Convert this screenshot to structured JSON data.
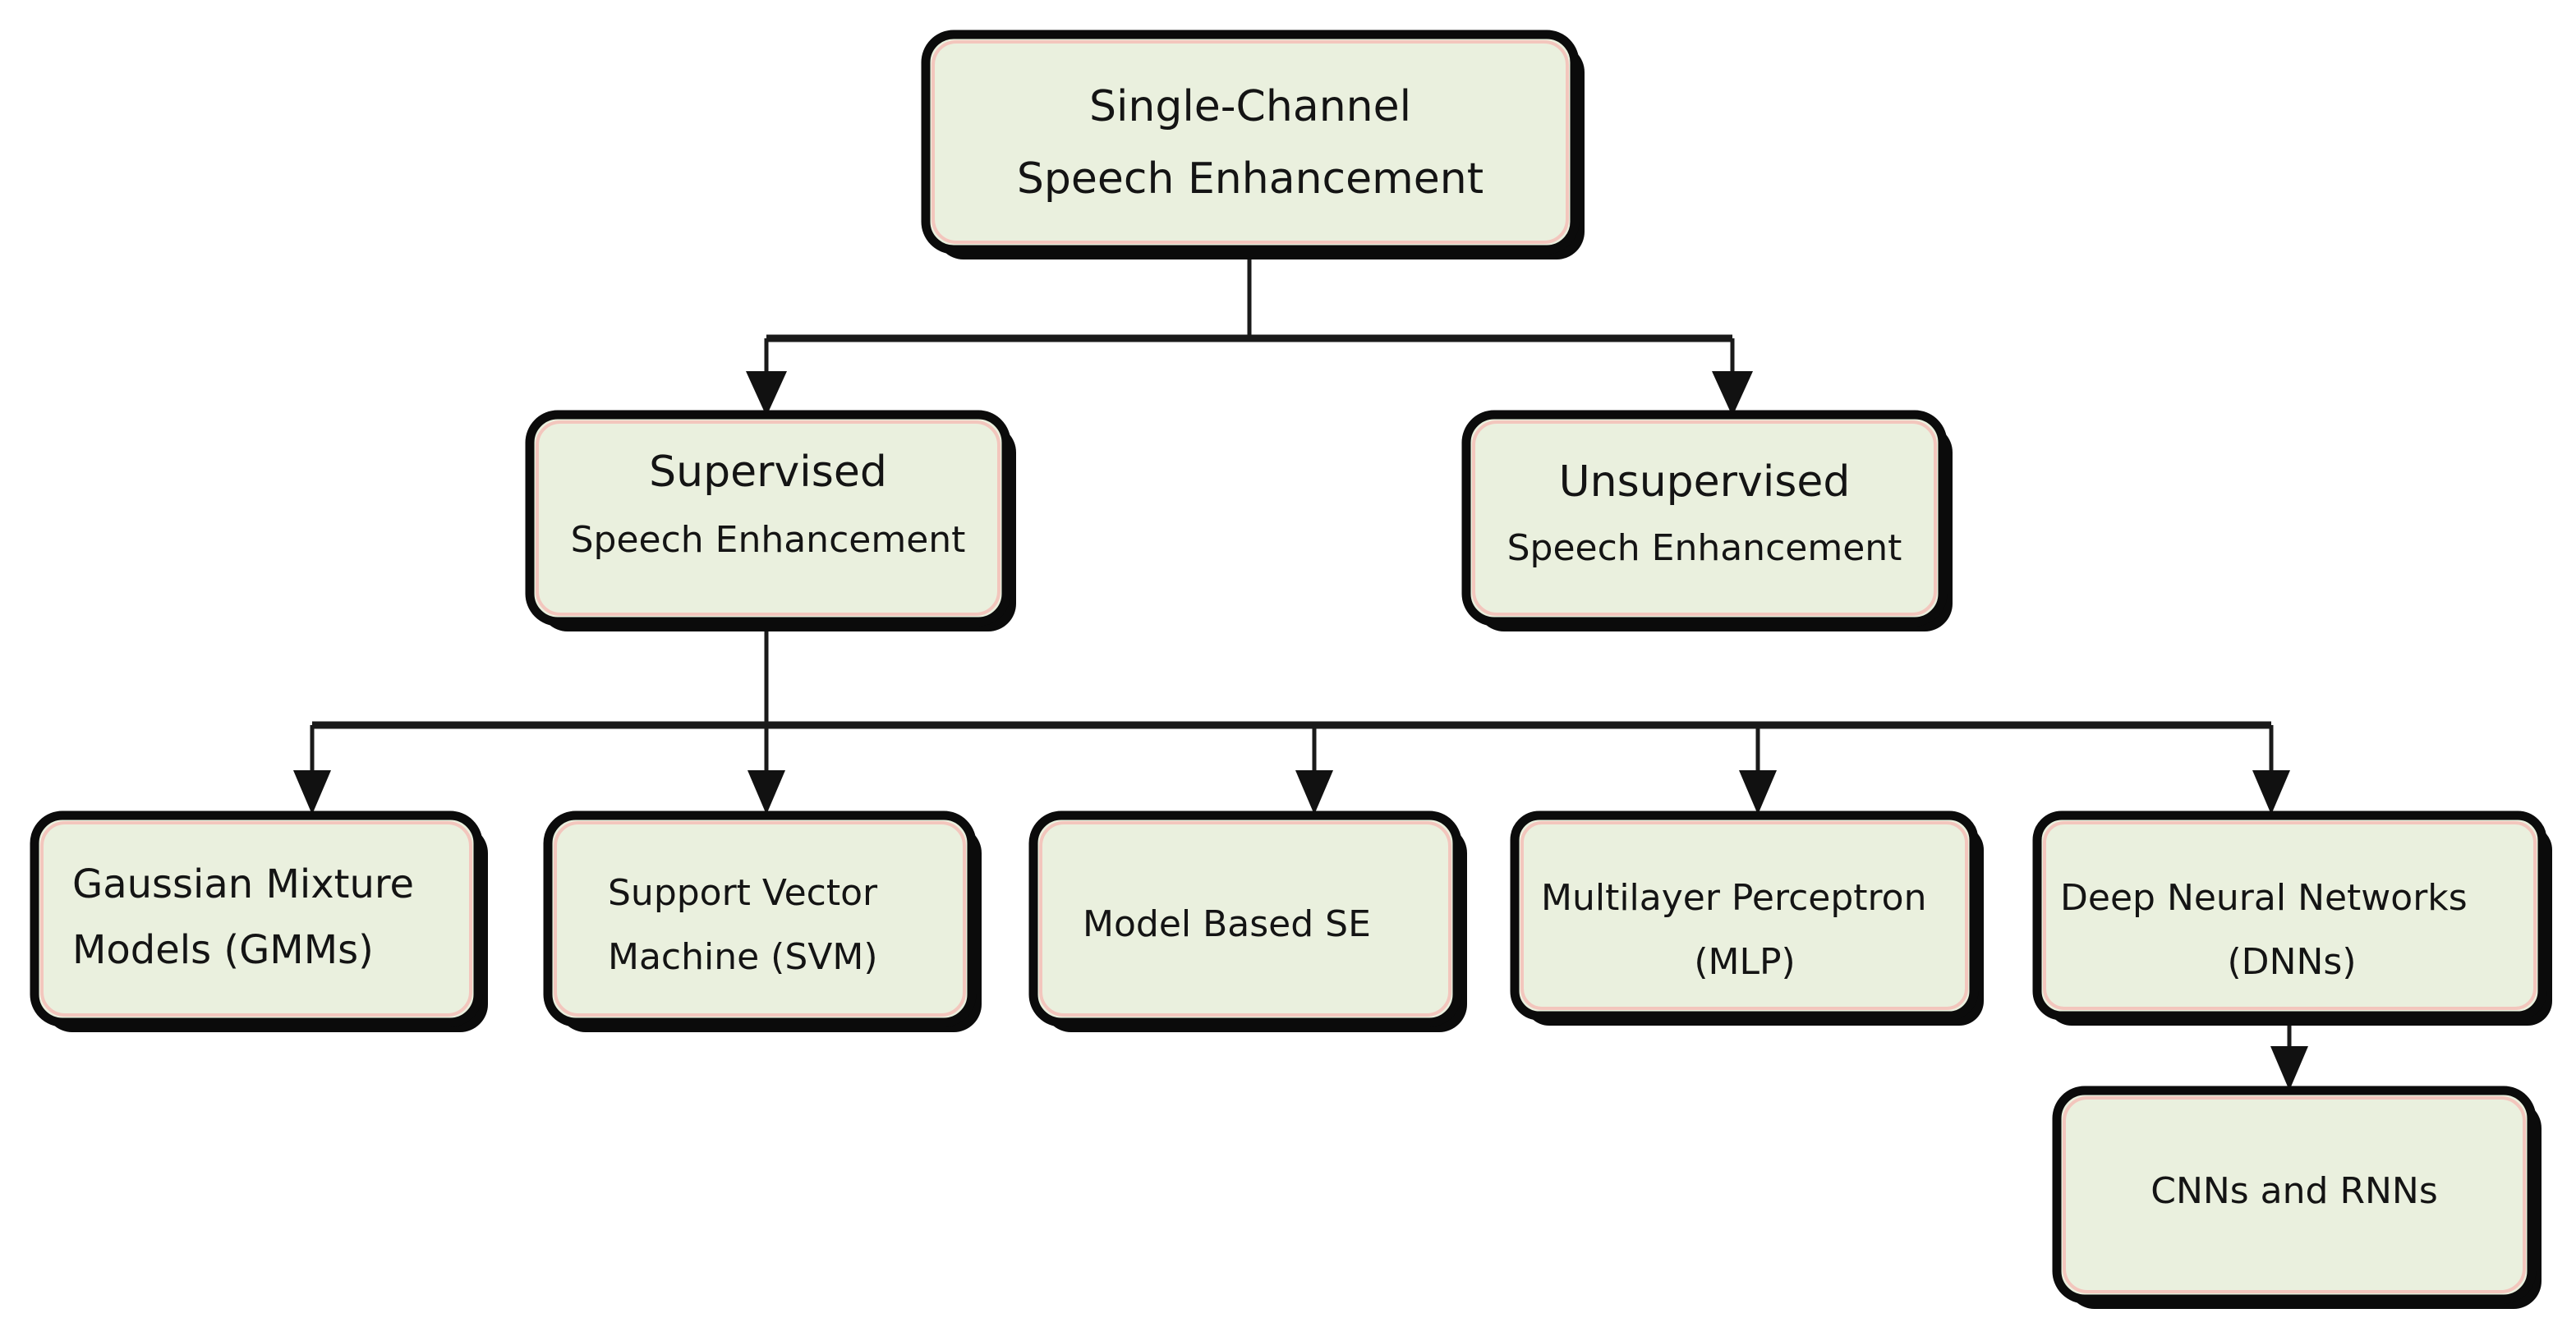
{
  "diagram": {
    "title": "Single-Channel Speech Enhancement taxonomy",
    "type": "tree-flowchart",
    "colors": {
      "node_fill": "#eaf0de",
      "node_border": "#0b0b0b",
      "node_tint": "#f3c6bd",
      "connector": "#1a1a1a",
      "text": "#141414",
      "background": "#ffffff"
    },
    "nodes": {
      "root": {
        "id": "single-channel-speech-enhancement",
        "line1": "Single-Channel",
        "line2": "Speech Enhancement"
      },
      "supervised": {
        "id": "supervised-speech-enhancement",
        "line1": "Supervised",
        "line2": "Speech Enhancement"
      },
      "unsupervised": {
        "id": "unsupervised-speech-enhancement",
        "line1": "Unsupervised",
        "line2": "Speech Enhancement"
      },
      "gmm": {
        "id": "gaussian-mixture-models",
        "line1": "Gaussian Mixture",
        "line2": "Models (GMMs)"
      },
      "svm": {
        "id": "support-vector-machine",
        "line1": "Support Vector",
        "line2": "Machine (SVM)"
      },
      "model_based": {
        "id": "model-based-se",
        "line1": "Model Based SE",
        "line2": ""
      },
      "mlp": {
        "id": "multilayer-perceptron",
        "line1": "Multilayer Perceptron",
        "line2": "(MLP)"
      },
      "dnn": {
        "id": "deep-neural-networks",
        "line1": "Deep Neural Networks",
        "line2": "(DNNs)"
      },
      "cnn_rnn": {
        "id": "cnns-and-rnns",
        "line1": "CNNs and RNNs",
        "line2": ""
      }
    },
    "edges": [
      {
        "from": "root",
        "to": "supervised"
      },
      {
        "from": "root",
        "to": "unsupervised"
      },
      {
        "from": "supervised",
        "to": "gmm"
      },
      {
        "from": "supervised",
        "to": "svm"
      },
      {
        "from": "supervised",
        "to": "model_based"
      },
      {
        "from": "supervised",
        "to": "mlp"
      },
      {
        "from": "supervised",
        "to": "dnn"
      },
      {
        "from": "dnn",
        "to": "cnn_rnn"
      }
    ]
  }
}
